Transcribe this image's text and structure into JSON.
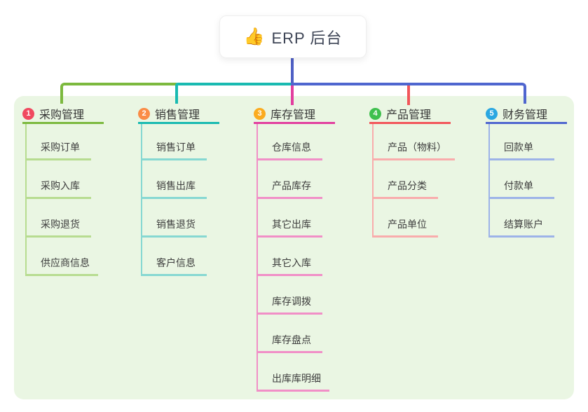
{
  "root": {
    "icon": "👍",
    "label": "ERP 后台"
  },
  "canvas": {
    "background": "#ffffff",
    "panel_color": "#eaf6e3",
    "trunk_color": "#4f60c5"
  },
  "branches": [
    {
      "badge": "1",
      "label": "采购管理",
      "badge_color": "#f0495f",
      "line_color": "#7cb93e",
      "sub_line_color": "#b7dc90",
      "children": [
        "采购订单",
        "采购入库",
        "采购退货",
        "供应商信息"
      ]
    },
    {
      "badge": "2",
      "label": "销售管理",
      "badge_color": "#fa8c46",
      "line_color": "#18bab1",
      "sub_line_color": "#86d8d2",
      "children": [
        "销售订单",
        "销售出库",
        "销售退货",
        "客户信息"
      ]
    },
    {
      "badge": "3",
      "label": "库存管理",
      "badge_color": "#fbab1f",
      "line_color": "#e23f9f",
      "sub_line_color": "#f18fc7",
      "children": [
        "仓库信息",
        "产品库存",
        "其它出库",
        "其它入库",
        "库存调拨",
        "库存盘点",
        "出库库明细"
      ]
    },
    {
      "badge": "4",
      "label": "产品管理",
      "badge_color": "#3fc04e",
      "line_color": "#f2565a",
      "sub_line_color": "#f9acac",
      "children": [
        "产品（物料）",
        "产品分类",
        "产品单位"
      ]
    },
    {
      "badge": "5",
      "label": "财务管理",
      "badge_color": "#2aa7e1",
      "line_color": "#4f66cf",
      "sub_line_color": "#9db3e8",
      "children": [
        "回款单",
        "付款单",
        "结算账户"
      ]
    }
  ]
}
